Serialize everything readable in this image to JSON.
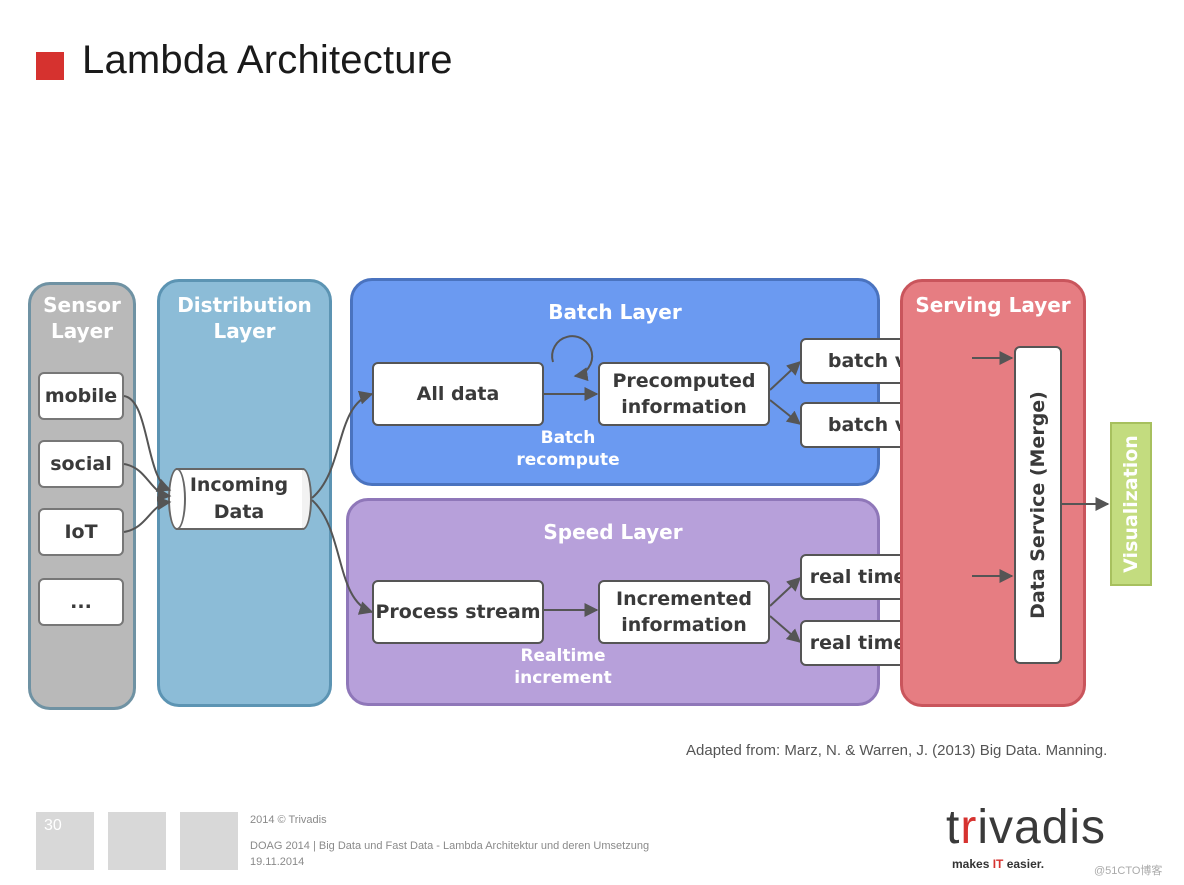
{
  "title": "Lambda Architecture",
  "sensor_layer": {
    "title": "Sensor Layer",
    "items": [
      "mobile",
      "social",
      "IoT",
      "..."
    ]
  },
  "distribution_layer": {
    "title": "Distribution Layer",
    "incoming_data": "Incoming Data"
  },
  "batch_layer": {
    "title": "Batch Layer",
    "all_data": "All data",
    "precomputed": "Precomputed information",
    "recompute_label": "Batch recompute",
    "views": [
      "batch view",
      "batch view"
    ]
  },
  "speed_layer": {
    "title": "Speed Layer",
    "process_stream": "Process stream",
    "incremented": "Incremented information",
    "increment_label": "Realtime increment",
    "views": [
      "real time view",
      "real time view"
    ]
  },
  "serving_layer": {
    "title": "Serving Layer",
    "data_service": "Data Service (Merge)"
  },
  "visualization": "Visualization",
  "citation": "Adapted from: Marz, N. & Warren, J. (2013) Big Data. Manning.",
  "footer": {
    "page_number": "30",
    "copyright": "2014 © Trivadis",
    "event_line": "DOAG 2014 | Big Data und Fast Data - Lambda Architektur und deren Umsetzung",
    "date": "19.11.2014",
    "logo": "trivadis",
    "tagline": "makes IT easier.",
    "watermark": "@51CTO博客"
  },
  "colors": {
    "title_accent": "#d6322f",
    "sensor": "#b9b9b9",
    "distribution": "#8cbcd7",
    "batch": "#6b9af1",
    "speed": "#b7a0da",
    "serving": "#e67d82",
    "visualization": "#c3dc7f"
  }
}
